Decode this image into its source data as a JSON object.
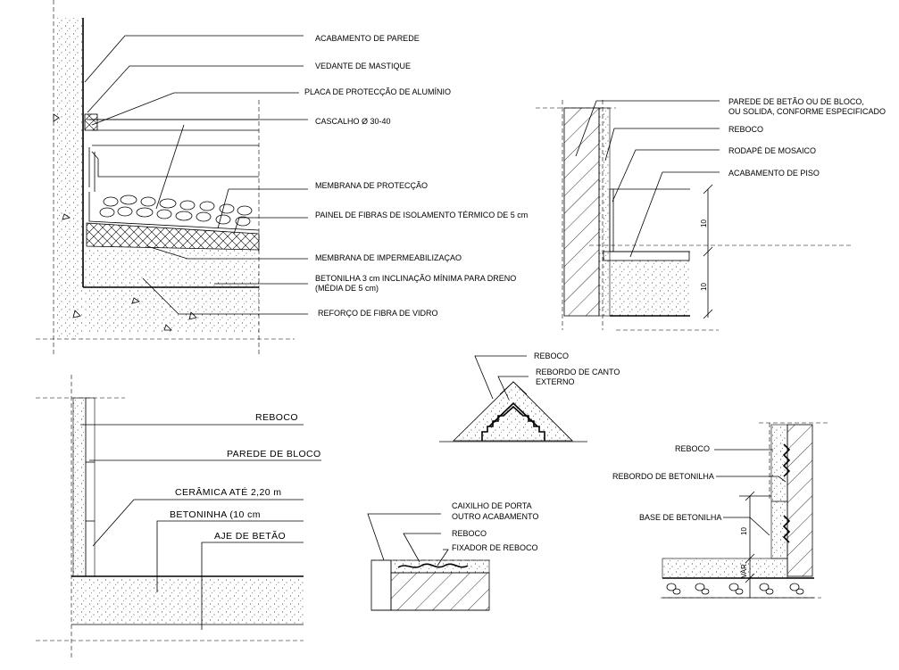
{
  "detail_roof": {
    "labels": {
      "l1": "ACABAMENTO DE PAREDE",
      "l2": "VEDANTE DE MASTIQUE",
      "l3": "PLACA DE PROTECÇÃO DE ALUMÍNIO",
      "l4": "CASCALHO Ø 30-40",
      "l5": "MEMBRANA DE PROTECÇÃO",
      "l6": "PAINEL DE FIBRAS DE ISOLAMENTO TÉRMICO DE 5 cm",
      "l7": "MEMBRANA DE IMPERMEABILIZAÇAO",
      "l8a": "BETONILHA 3 cm INCLINAÇÃO MÍNIMA PARA DRENO",
      "l8b": "(MÉDIA DE 5 cm)",
      "l9": "REFORÇO DE FIBRA DE VIDRO"
    }
  },
  "detail_skirting": {
    "labels": {
      "l1a": "PAREDE DE BETÃO OU DE BLOCO,",
      "l1b": "OU SOLIDA, CONFORME ESPECIFICADO",
      "l2": "REBOCO",
      "l3": "RODAPÉ DE MOSAICO",
      "l4": "ACABAMENTO DE PISO"
    },
    "dims": {
      "d1": "10",
      "d2": "10"
    }
  },
  "detail_corner": {
    "labels": {
      "l1": "REBOCO",
      "l2a": "REBORDO DE CANTO",
      "l2b": "EXTERNO"
    }
  },
  "detail_wall": {
    "labels": {
      "l1": "REBOCO",
      "l2": "PAREDE DE BLOCO",
      "l3": "CERÂMICA ATÉ 2,20 m",
      "l4": "BETONINHA (10 cm",
      "l5": "AJE DE BETÃO"
    }
  },
  "detail_door": {
    "labels": {
      "l1a": "CAIXILHO DE PORTA",
      "l1b": "OUTRO ACABAMENTO",
      "l2": "REBOCO",
      "l3": "FIXADOR DE REBOCO"
    }
  },
  "detail_screed": {
    "labels": {
      "l1": "REBOCO",
      "l2": "REBORDO DE BETONILHA",
      "l3": "BASE DE BETONILHA"
    },
    "dims": {
      "d1": "10",
      "d2": "VAR."
    }
  }
}
